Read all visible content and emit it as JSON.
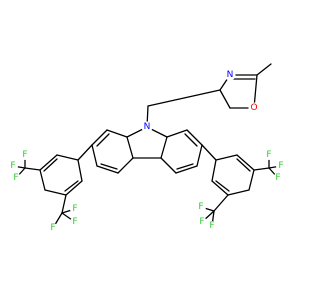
{
  "labels": {
    "F": "F",
    "N": "N",
    "O": "O"
  },
  "colors": {
    "F": "#33cc33",
    "N": "#0000ff",
    "O": "#ff0000",
    "bond": "#000000",
    "background": "#ffffff"
  }
}
